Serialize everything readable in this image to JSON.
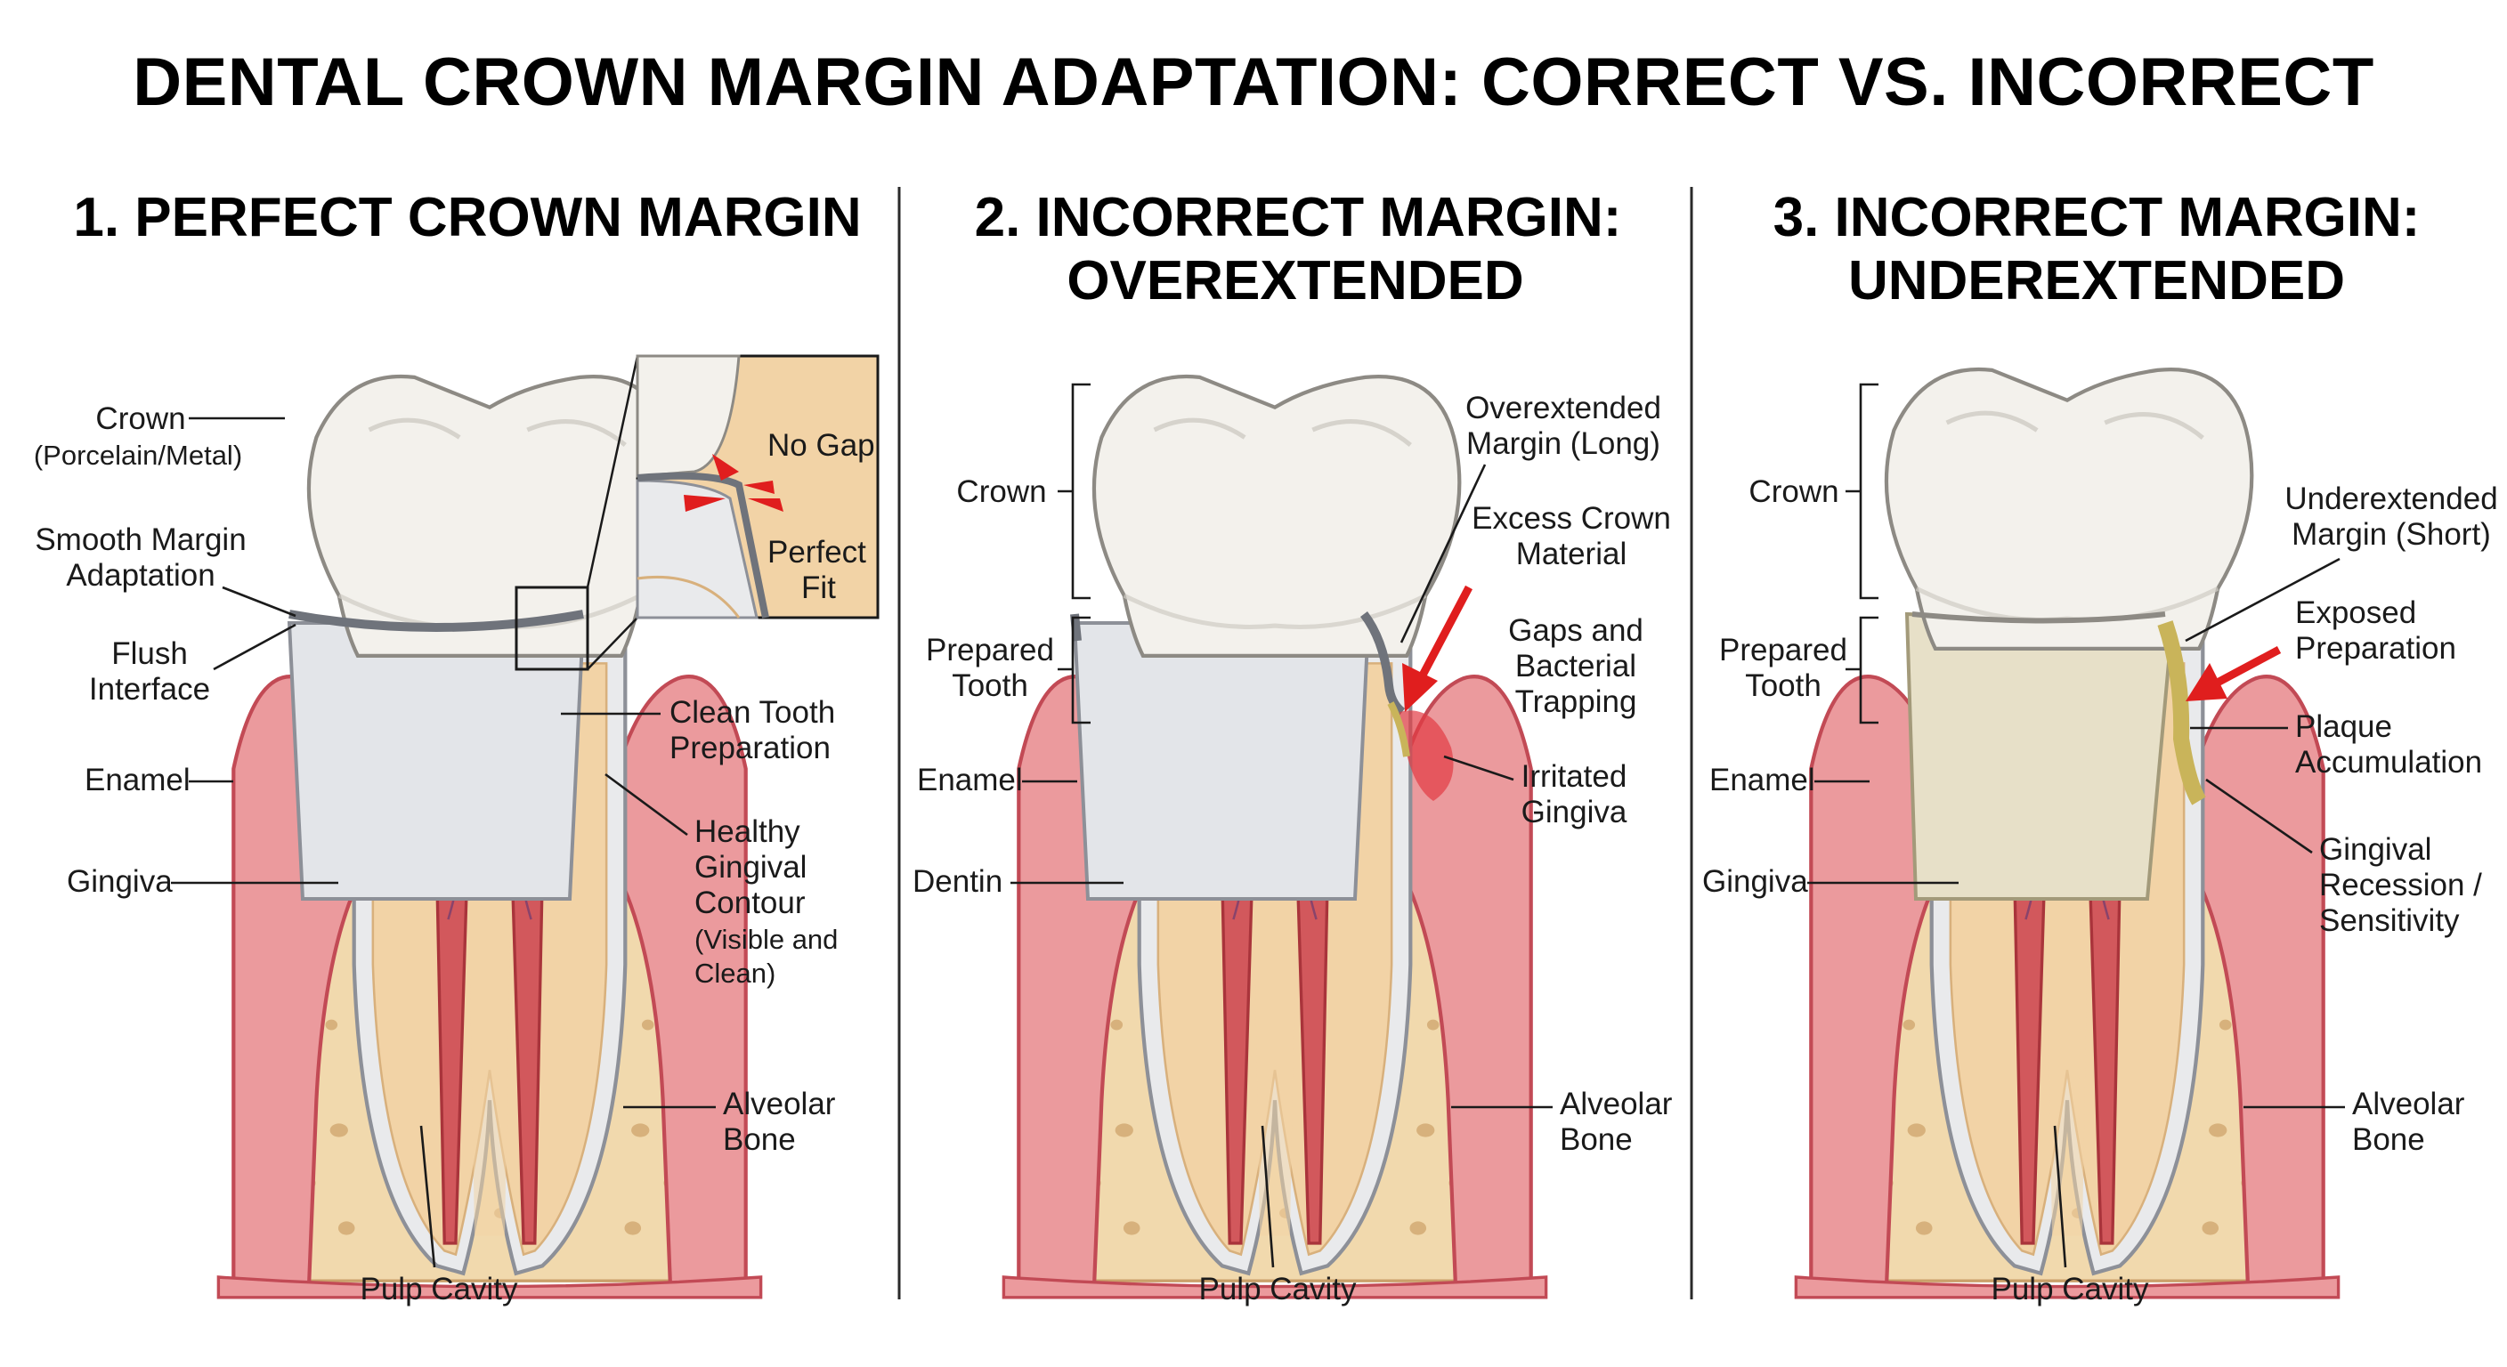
{
  "title": "DENTAL CROWN MARGIN ADAPTATION: CORRECT VS. INCORRECT",
  "colors": {
    "crown": "#f3f1ec",
    "crown_shadow": "#c9c6bf",
    "enamel": "#e9eaec",
    "dentin": "#f2d3a6",
    "pulp": "#d2585c",
    "pulp_dark": "#a9343b",
    "gingiva": "#eb9a9d",
    "gingiva_edge": "#c24a55",
    "bone": "#f1d9ad",
    "bone_pore": "#c79f6b",
    "arrow_red": "#e01e1e",
    "plaque": "#c9b45a",
    "inflamed": "#e23b43"
  },
  "panels": [
    {
      "title_line1": "1. PERFECT CROWN MARGIN",
      "title_line2": "",
      "labels": {
        "crown": "Crown",
        "crown_sub": "(Porcelain/Metal)",
        "smooth1": "Smooth Margin",
        "smooth2": "Adaptation",
        "flush1": "Flush",
        "flush2": "Interface",
        "enamel": "Enamel",
        "gingiva": "Gingiva",
        "clean1": "Clean Tooth",
        "clean2": "Preparation",
        "healthy1": "Healthy",
        "healthy2": "Gingival",
        "healthy3": "Contour",
        "healthy4": "(Visible and",
        "healthy5": "Clean)",
        "bone1": "Alveolar",
        "bone2": "Bone",
        "pulp": "Pulp Cavity"
      },
      "inset": {
        "no_gap": "No Gap",
        "perfect1": "Perfect",
        "perfect2": "Fit"
      }
    },
    {
      "title_line1": "2. INCORRECT MARGIN:",
      "title_line2": "OVEREXTENDED",
      "labels": {
        "crown": "Crown",
        "prepared1": "Prepared",
        "prepared2": "Tooth",
        "enamel": "Enamel",
        "dentin": "Dentin",
        "over1": "Overextended",
        "over2": "Margin (Long)",
        "excess1": "Excess Crown",
        "excess2": "Material",
        "gaps1": "Gaps and",
        "gaps2": "Bacterial",
        "gaps3": "Trapping",
        "irritated1": "Irritated",
        "irritated2": "Gingiva",
        "bone1": "Alveolar",
        "bone2": "Bone",
        "pulp": "Pulp Cavity"
      }
    },
    {
      "title_line1": "3. INCORRECT MARGIN:",
      "title_line2": "UNDEREXTENDED",
      "labels": {
        "crown": "Crown",
        "prepared1": "Prepared",
        "prepared2": "Tooth",
        "enamel": "Enamel",
        "gingiva": "Gingiva",
        "under1": "Underextended",
        "under2": "Margin (Short)",
        "exposed1": "Exposed",
        "exposed2": "Preparation",
        "plaque1": "Plaque",
        "plaque2": "Accumulation",
        "recession1": "Gingival",
        "recession2": "Recession /",
        "recession3": "Sensitivity",
        "bone1": "Alveolar",
        "bone2": "Bone",
        "pulp": "Pulp Cavity"
      }
    }
  ]
}
